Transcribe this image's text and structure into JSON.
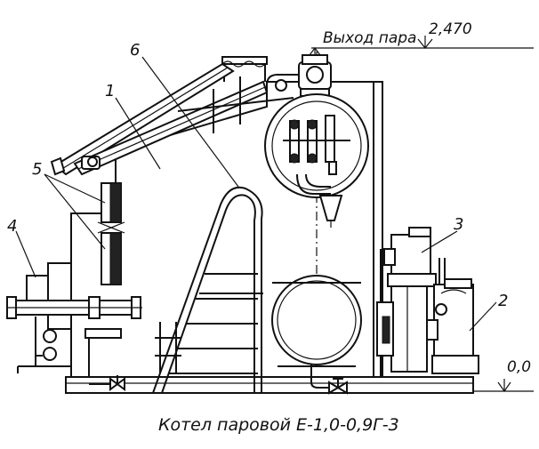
{
  "caption": "Котел паровой Е-1,0-0,9Г-3",
  "steam_outlet_label": "Выход пара",
  "elevations": {
    "top": "2,470",
    "bottom": "0,0"
  },
  "callouts": [
    {
      "id": "1",
      "label": "1"
    },
    {
      "id": "2",
      "label": "2"
    },
    {
      "id": "3",
      "label": "3"
    },
    {
      "id": "4",
      "label": "4"
    },
    {
      "id": "5",
      "label": "5"
    },
    {
      "id": "6",
      "label": "6"
    }
  ]
}
